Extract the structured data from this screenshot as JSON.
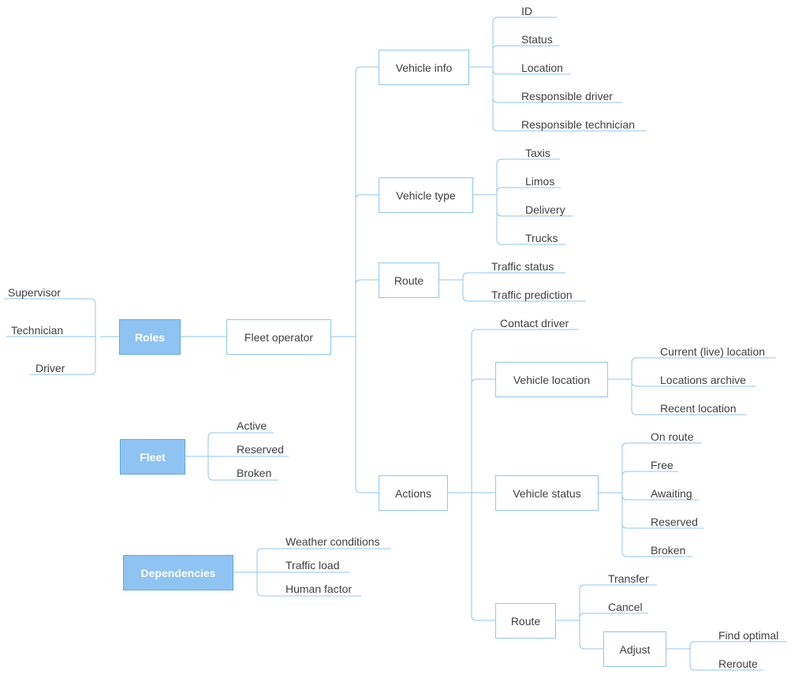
{
  "diagram": {
    "roles": {
      "label": "Roles",
      "items": [
        "Supervisor",
        "Technician",
        "Driver"
      ]
    },
    "fleet": {
      "label": "Fleet",
      "items": [
        "Active",
        "Reserved",
        "Broken"
      ]
    },
    "dependencies": {
      "label": "Dependencies",
      "items": [
        "Weather conditions",
        "Traffic load",
        "Human factor"
      ]
    },
    "fleet_operator": {
      "label": "Fleet operator"
    },
    "vehicle_info": {
      "label": "Vehicle info",
      "items": [
        "ID",
        "Status",
        "Location",
        "Responsible driver",
        "Responsible technician"
      ]
    },
    "vehicle_type": {
      "label": "Vehicle type",
      "items": [
        "Taxis",
        "Limos",
        "Delivery",
        "Trucks"
      ]
    },
    "route_op": {
      "label": "Route",
      "items": [
        "Traffic status",
        "Traffic prediction"
      ]
    },
    "actions": {
      "label": "Actions",
      "contact_driver": "Contact driver",
      "vehicle_location": {
        "label": "Vehicle location",
        "items": [
          "Current (live) location",
          "Locations archive",
          "Recent location"
        ]
      },
      "vehicle_status": {
        "label": "Vehicle status",
        "items": [
          "On route",
          "Free",
          "Awaiting",
          "Reserved",
          "Broken"
        ]
      },
      "route": {
        "label": "Route",
        "items": [
          "Transfer",
          "Cancel"
        ],
        "adjust": {
          "label": "Adjust",
          "items": [
            "Find optimal",
            "Reroute"
          ]
        }
      }
    }
  }
}
